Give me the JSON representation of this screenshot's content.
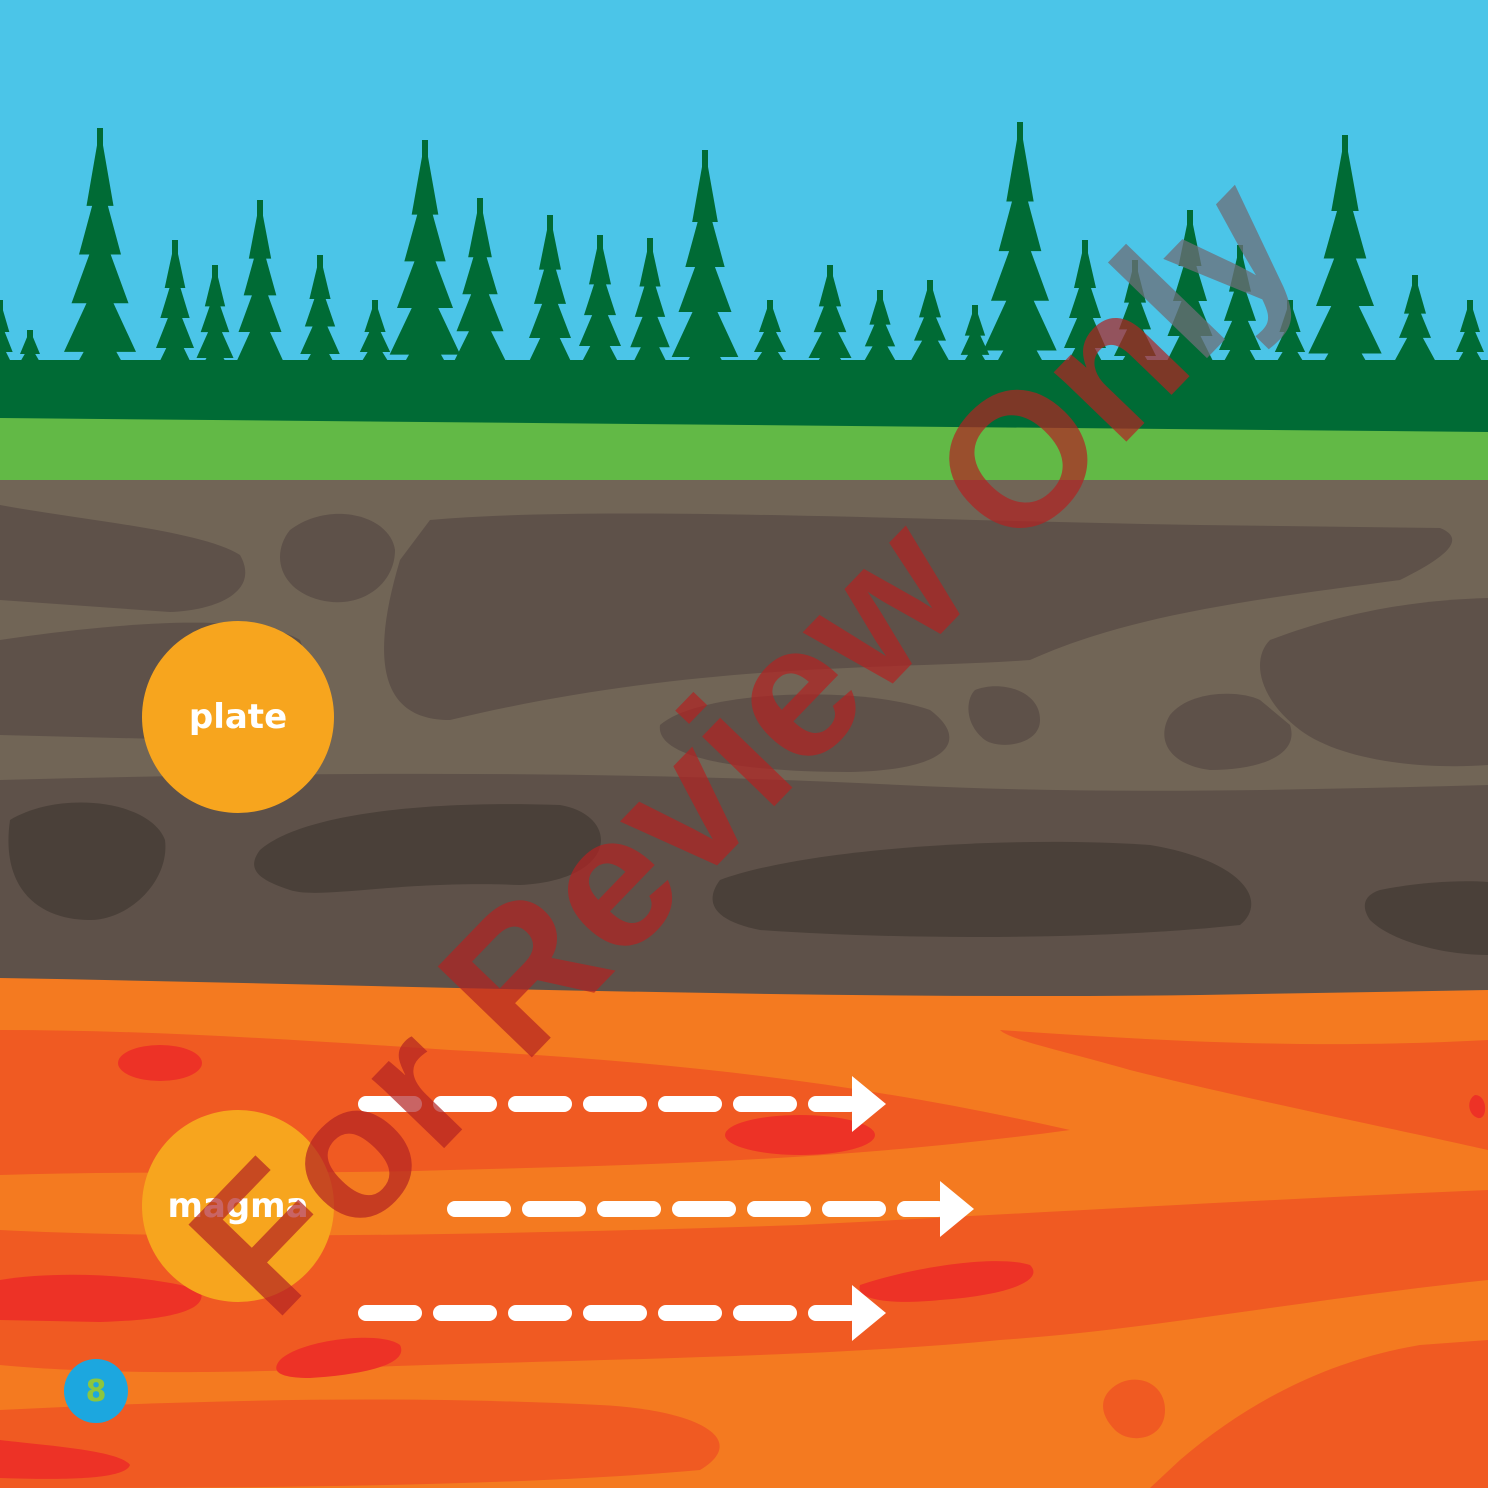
{
  "labels": {
    "plate": "plate",
    "magma": "magma"
  },
  "page_number": "8",
  "watermark": {
    "text_main": "For Review On",
    "text_tail": "ly"
  },
  "colors": {
    "sky": "#4bc5e8",
    "trees": "#006b35",
    "grass": "#62b946",
    "crust_light": "#716556",
    "crust_mid": "#5e5149",
    "crust_dark": "#4a4039",
    "magma_light": "#f47a20",
    "magma_mid": "#f05a22",
    "magma_hot": "#ed3226",
    "label_circle": "#f7a51e",
    "page_badge": "#1ca7df",
    "arrow": "#ffffff"
  },
  "icons": [
    "flow-arrow-icon",
    "pine-tree-icon"
  ]
}
